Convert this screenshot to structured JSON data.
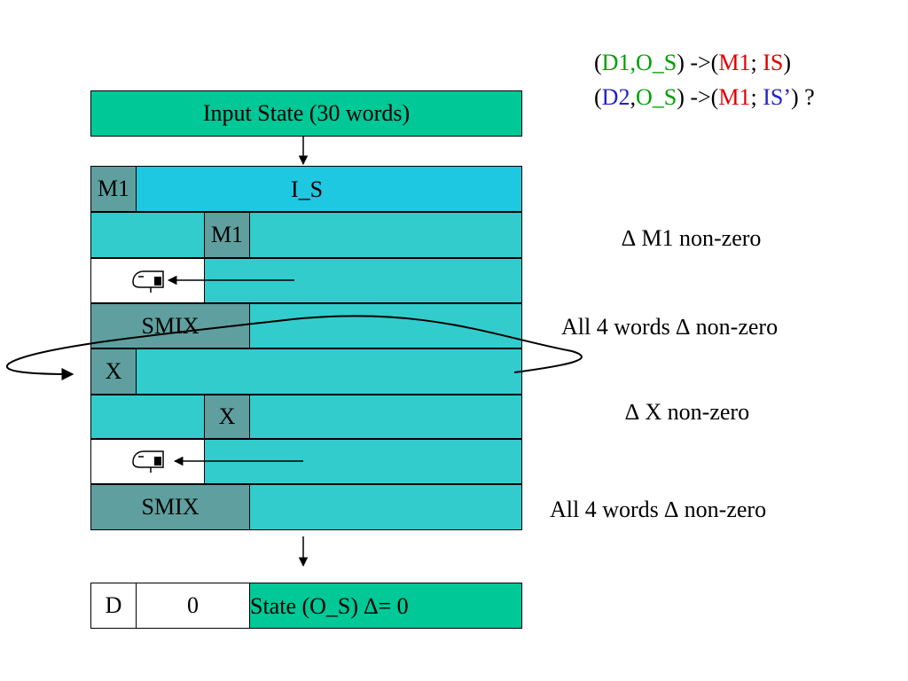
{
  "colors": {
    "input_state": "#00c896",
    "is_row": "#1ec8e0",
    "row": "#33cccc",
    "cell": "#5f9f9f",
    "white": "#ffffff",
    "output_state": "#00c896",
    "green_text": "#00a000",
    "red_text": "#e00000",
    "blue_text": "#2222cc"
  },
  "header": {
    "line1": {
      "p1": "(",
      "d1": "D1,O_S",
      "p2": ") ->(",
      "m1": "M1",
      "p3": "; ",
      "is": "IS",
      "p4": ")"
    },
    "line2": {
      "p1": "(",
      "d2": "D2",
      "comma": ",",
      "os": "O_S",
      "p2": ") ->(",
      "m1": "M1",
      "p3": "; ",
      "is": "IS’",
      "p4": ") ?"
    }
  },
  "input_state": "Input State (30 words)",
  "rows": {
    "r1_cell": "M1",
    "r1_label": "I_S",
    "r2_cell": "M1",
    "r4_cell": "SMIX",
    "r5_cell": "X",
    "r6_cell": "X",
    "r8_cell": "SMIX"
  },
  "notes": {
    "n1": "∆ M1 non-zero",
    "n2": "All 4 words ∆ non-zero",
    "n3": "∆ X non-zero",
    "n4": "All 4 words ∆ non-zero"
  },
  "output": {
    "d": "D",
    "zero": "0",
    "state": "State (O_S) ∆= 0"
  },
  "icons": [
    "mailbox-icon",
    "mailbox-icon"
  ]
}
